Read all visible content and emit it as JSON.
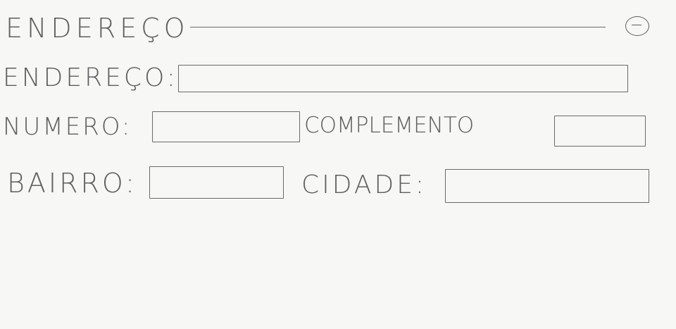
{
  "section": {
    "title": "ENDEREÇO"
  },
  "form": {
    "endereco_label": "ENDEREÇO:",
    "numero_label": "NUMERO:",
    "complemento_label": "COMPLEMENTO",
    "bairro_label": "BAIRRO:",
    "cidade_label": "CIDADE:"
  },
  "icons": {
    "collapse": "minus-circle-icon"
  }
}
